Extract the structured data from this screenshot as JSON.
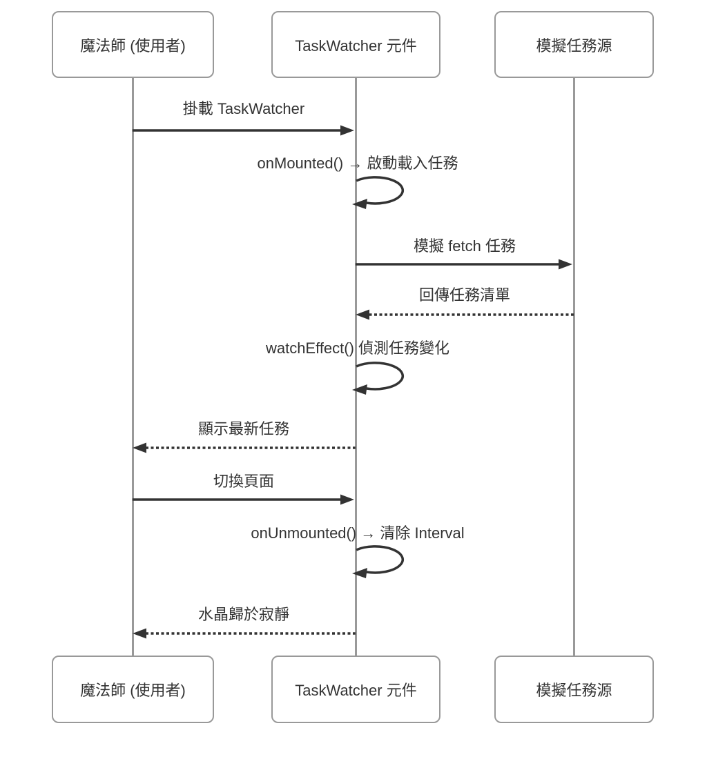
{
  "diagram": {
    "type": "sequence-diagram",
    "actors": [
      {
        "id": "user",
        "label": "魔法師 (使用者)"
      },
      {
        "id": "taskwatcher",
        "label": "TaskWatcher 元件"
      },
      {
        "id": "source",
        "label": "模擬任務源"
      }
    ],
    "messages": [
      {
        "from": "user",
        "to": "taskwatcher",
        "style": "solid",
        "text": "掛載 TaskWatcher"
      },
      {
        "from": "taskwatcher",
        "to": "taskwatcher",
        "style": "self",
        "text": "onMounted() → 啟動載入任務"
      },
      {
        "from": "taskwatcher",
        "to": "source",
        "style": "solid",
        "text": "模擬 fetch 任務"
      },
      {
        "from": "source",
        "to": "taskwatcher",
        "style": "dashed",
        "text": "回傳任務清單"
      },
      {
        "from": "taskwatcher",
        "to": "taskwatcher",
        "style": "self",
        "text": "watchEffect() 偵測任務變化"
      },
      {
        "from": "taskwatcher",
        "to": "user",
        "style": "dashed",
        "text": "顯示最新任務"
      },
      {
        "from": "user",
        "to": "taskwatcher",
        "style": "solid",
        "text": "切換頁面"
      },
      {
        "from": "taskwatcher",
        "to": "taskwatcher",
        "style": "self",
        "text": "onUnmounted() → 清除 Interval"
      },
      {
        "from": "taskwatcher",
        "to": "user",
        "style": "dashed",
        "text": "水晶歸於寂靜"
      }
    ],
    "colors": {
      "arrow": "#333333",
      "lifeline": "#999999",
      "actor_border": "#999999",
      "actor_fill": "#ffffff",
      "text": "#333333",
      "background": "#ffffff"
    }
  }
}
